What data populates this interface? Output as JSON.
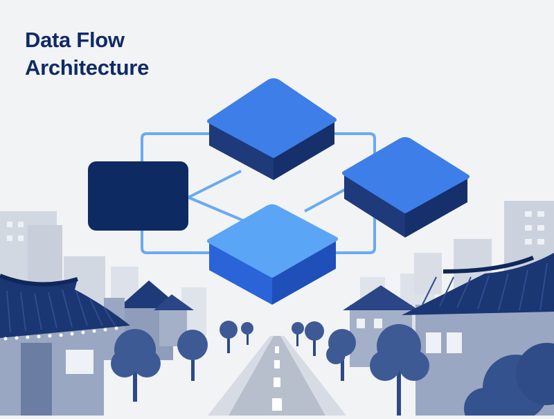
{
  "title": {
    "line1": "Data Flow",
    "line2": "Architecture"
  },
  "diagram": {
    "nodes": [
      {
        "id": "source",
        "shape": "flat-block",
        "color": "#0e2a63"
      },
      {
        "id": "top",
        "shape": "isometric-block",
        "top_color": "#3e7ee8",
        "front_color": "#1e3a7a",
        "side_color": "#15306a"
      },
      {
        "id": "right",
        "shape": "isometric-block",
        "top_color": "#3e7ee8",
        "front_color": "#1e3a7a",
        "side_color": "#15306a"
      },
      {
        "id": "bottom",
        "shape": "isometric-block",
        "top_color": "#5aa5f5",
        "front_color": "#2a64d8",
        "side_color": "#1f4fb8"
      }
    ],
    "edges": [
      {
        "from": "source",
        "to": "top"
      },
      {
        "from": "source",
        "to": "bottom"
      },
      {
        "from": "source",
        "to": "right"
      },
      {
        "from": "top",
        "to": "right"
      },
      {
        "from": "bottom",
        "to": "right"
      }
    ],
    "connector_color": "#6aaaf0"
  },
  "scene": {
    "background": "#f2f3f5",
    "city_color": "#c9d0dc",
    "house_color": "#8797b8",
    "roof_color": "#1e3a78",
    "tree_color": "#3f5c95",
    "road_color": "#b4bccb"
  }
}
